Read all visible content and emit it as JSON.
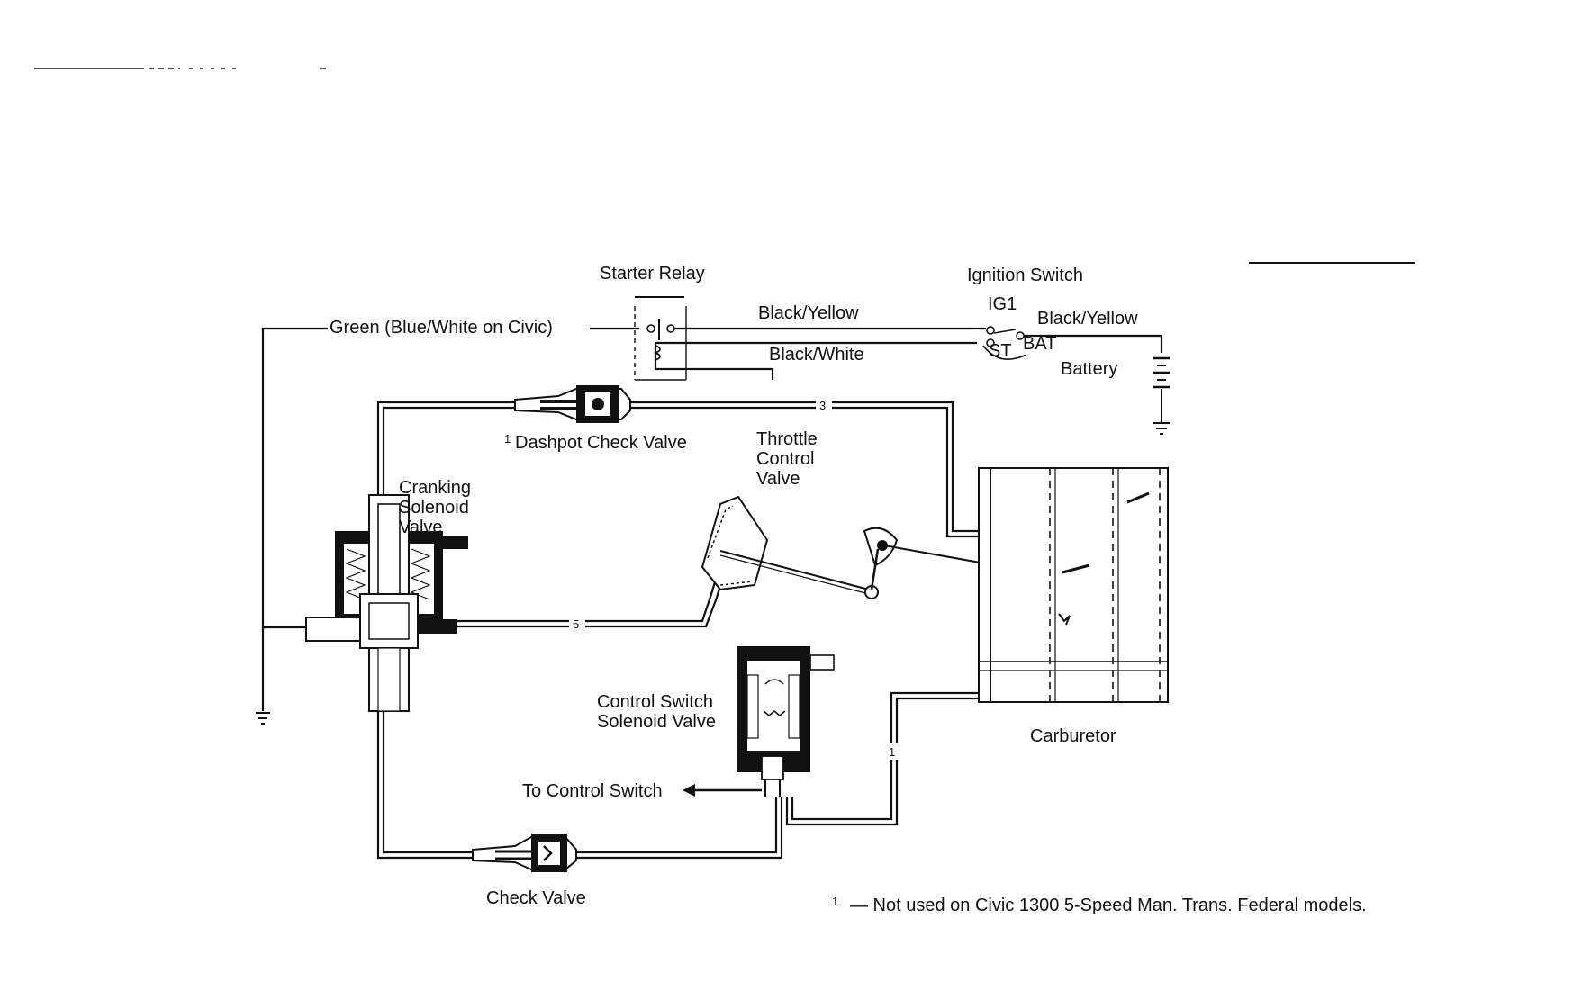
{
  "labels": {
    "starter_relay": "Starter Relay",
    "ignition_switch": "Ignition Switch",
    "ig1": "IG1",
    "st": "ST",
    "bat": "BAT",
    "battery": "Battery",
    "green_wire": "Green (Blue/White on Civic)",
    "black_yellow_1": "Black/Yellow",
    "black_yellow_2": "Black/Yellow",
    "black_white": "Black/White",
    "dashpot_marker": "1",
    "dashpot_check_valve": "Dashpot Check Valve",
    "throttle_control_valve_1": "Throttle",
    "throttle_control_valve_2": "Control",
    "throttle_control_valve_3": "Valve",
    "cranking_1": "Cranking",
    "cranking_2": "Solenoid",
    "cranking_3": "Valve",
    "control_switch_1": "Control Switch",
    "control_switch_2": "Solenoid Valve",
    "to_control_switch": "To Control Switch",
    "check_valve": "Check Valve",
    "carburetor": "Carburetor",
    "hose_3": "3",
    "hose_5": "5",
    "hose_1": "1",
    "footnote_marker": "1",
    "footnote_text": "— Not used on Civic 1300 5-Speed Man. Trans. Federal models."
  }
}
